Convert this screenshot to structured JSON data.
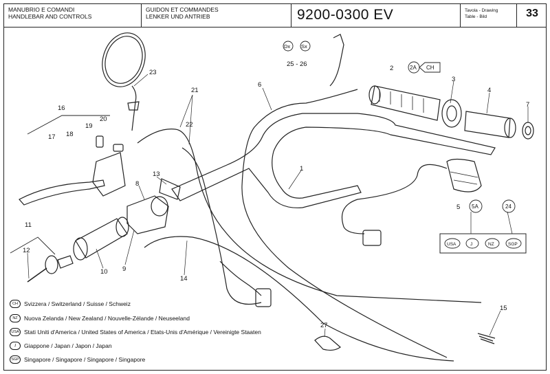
{
  "header": {
    "title_it": "MANUBRIO E COMANDI",
    "title_en": "HANDLEBAR AND CONTROLS",
    "title_fr": "GUIDON ET COMMANDES",
    "title_de": "LENKER UND ANTRIEB",
    "code": "9200-0300 EV",
    "drawing_label_1": "Tavola - Drawing",
    "drawing_label_2": "Table - Bild",
    "page_number": "33"
  },
  "parts": {
    "p1": "1",
    "p2": "2",
    "p2a": "2A",
    "p_ch": "CH",
    "p3": "3",
    "p4": "4",
    "p5": "5",
    "p5a": "5A",
    "p6": "6",
    "p7": "7",
    "p8": "8",
    "p9": "9",
    "p10": "10",
    "p11": "11",
    "p12": "12",
    "p13": "13",
    "p14": "14",
    "p15": "15",
    "p16": "16",
    "p17": "17",
    "p18": "18",
    "p19": "19",
    "p20": "20",
    "p21": "21",
    "p22": "22",
    "p23": "23",
    "p24": "24",
    "p25_26": "25 - 26",
    "p27": "27",
    "dx": "Dx",
    "sx": "Sx"
  },
  "markets": {
    "usa": "USA",
    "j": "J",
    "nz": "NZ",
    "sgp": "SGP"
  },
  "legend": [
    {
      "code": "CH",
      "text": "Svizzera / Switzerland / Suisse / Schweiz"
    },
    {
      "code": "NZ",
      "text": "Nuova Zelanda / New Zealand / Nouvelle-Zélande / Neuseeland"
    },
    {
      "code": "USA",
      "text": "Stati Uniti d'America / United States of America / Etats-Unis d'Amérique / Vereinigte Staaten"
    },
    {
      "code": "J",
      "text": "Giappone / Japan / Japon / Japan"
    },
    {
      "code": "SGP",
      "text": "Singapore / Singapore / Singapore / Singapore"
    }
  ]
}
